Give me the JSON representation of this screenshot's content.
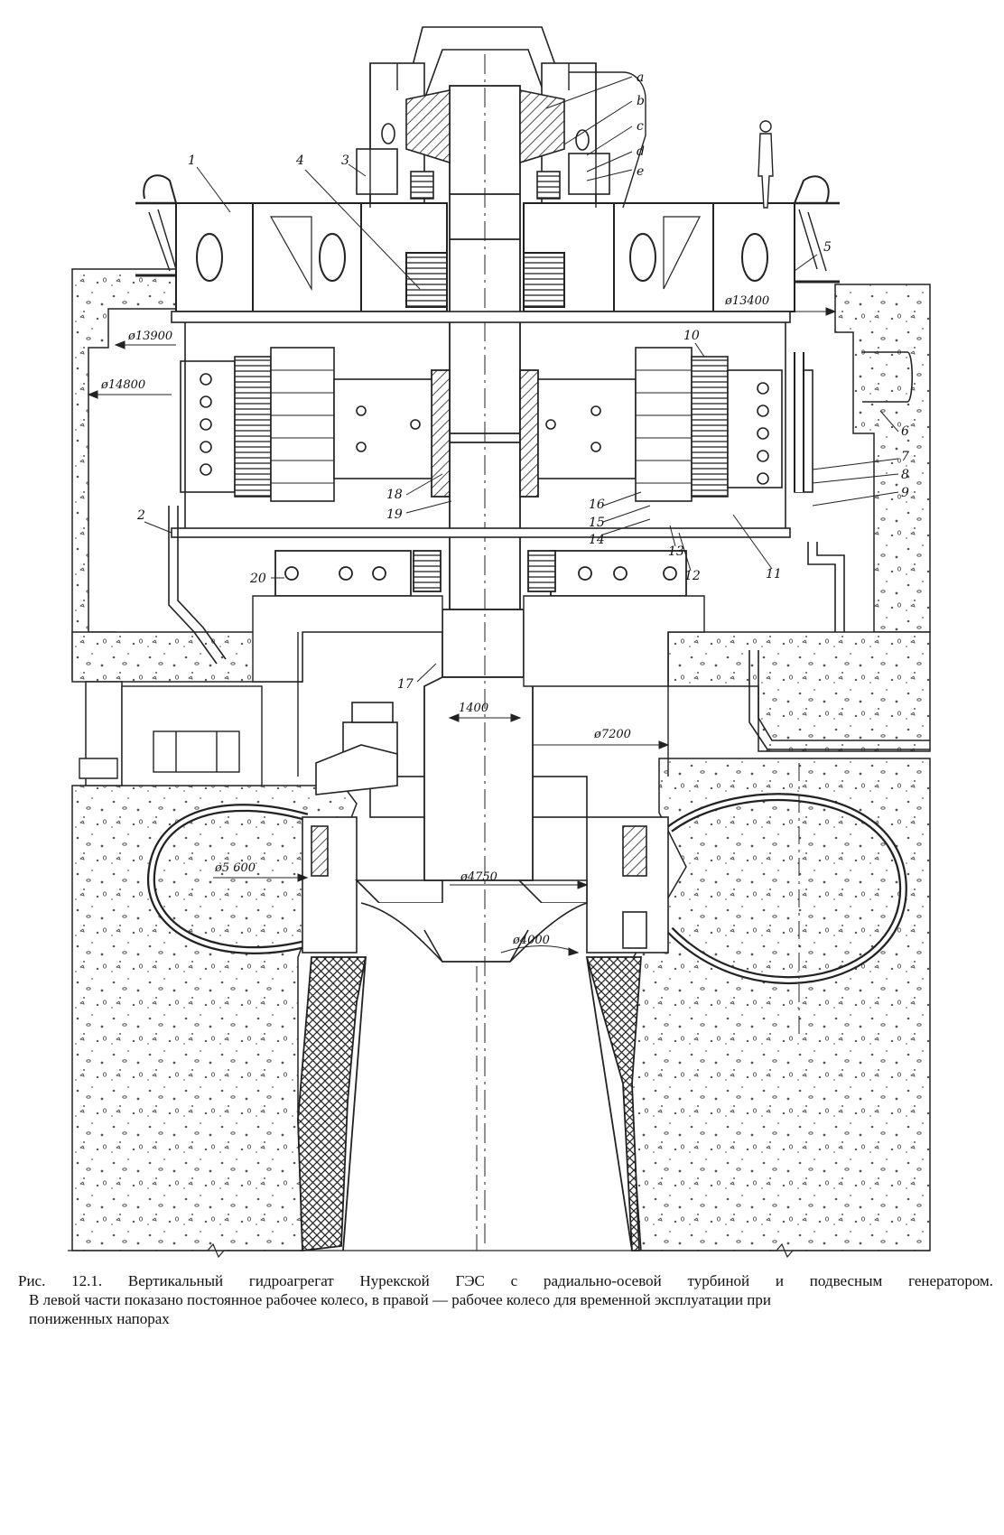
{
  "figure": {
    "callouts": [
      "1",
      "2",
      "3",
      "4",
      "5",
      "6",
      "7",
      "8",
      "9",
      "10",
      "11",
      "12",
      "13",
      "14",
      "15",
      "16",
      "17",
      "18",
      "19",
      "20"
    ],
    "letters": [
      "a",
      "b",
      "c",
      "d",
      "e"
    ],
    "dimensions": {
      "d13900": "ø13900",
      "d14800": "ø14800",
      "d13400": "ø13400",
      "d1400": "1400",
      "d7200": "ø7200",
      "d5600": "ø5 600",
      "d4750": "ø4750",
      "d4000": "ø4000"
    }
  },
  "caption": {
    "line1": "Рис. 12.1. Вертикальный гидроагрегат Нурекской ГЭС с радиально-осевой турбиной и подвесным генератором.",
    "line2": "В левой части показано постоянное рабочее колесо, в правой — рабочее колесо для временной эксплуатации при",
    "line3": "пониженных напорах"
  }
}
